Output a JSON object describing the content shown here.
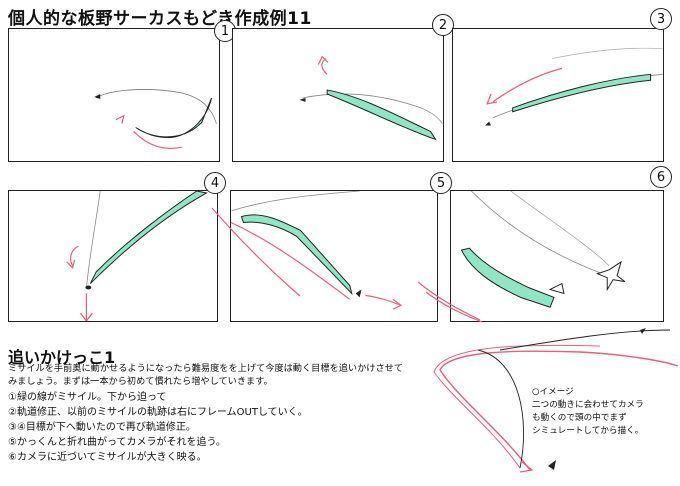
{
  "title": "個人的な板野サーカスもどき作成例11",
  "subtitle": "追いかけっこ1",
  "intro": "ミサイルを手前奥に動かせるようになったら難易度をを上げて今度は動く目標を追いかけさせてみましょう。まずは一本から初めて慣れたら増やしていきます。",
  "notes": [
    "①緑の線がミサイル。下から迫って",
    "②軌道修正、以前のミサイルの軌跡は右にフレームOUTしていく。",
    "③④目標が下へ動いたので再び軌道修正。",
    "⑤かっくんと折れ曲がってカメラがそれを追う。",
    "⑥カメラに近づいてミサイルが大きく映る。"
  ],
  "memo": {
    "heading": "○イメージ",
    "lines": [
      "二つの動きに会わせてカメラ",
      "も動くので頭の中でまず",
      "シミュレートしてから描く。"
    ]
  },
  "panels": [
    {
      "number": "1"
    },
    {
      "number": "2"
    },
    {
      "number": "3"
    },
    {
      "number": "4"
    },
    {
      "number": "5"
    },
    {
      "number": "6"
    }
  ],
  "colors": {
    "missile_fill": "#8fe6c4",
    "motion_arrow": "#e8607a",
    "ink": "#222222"
  }
}
